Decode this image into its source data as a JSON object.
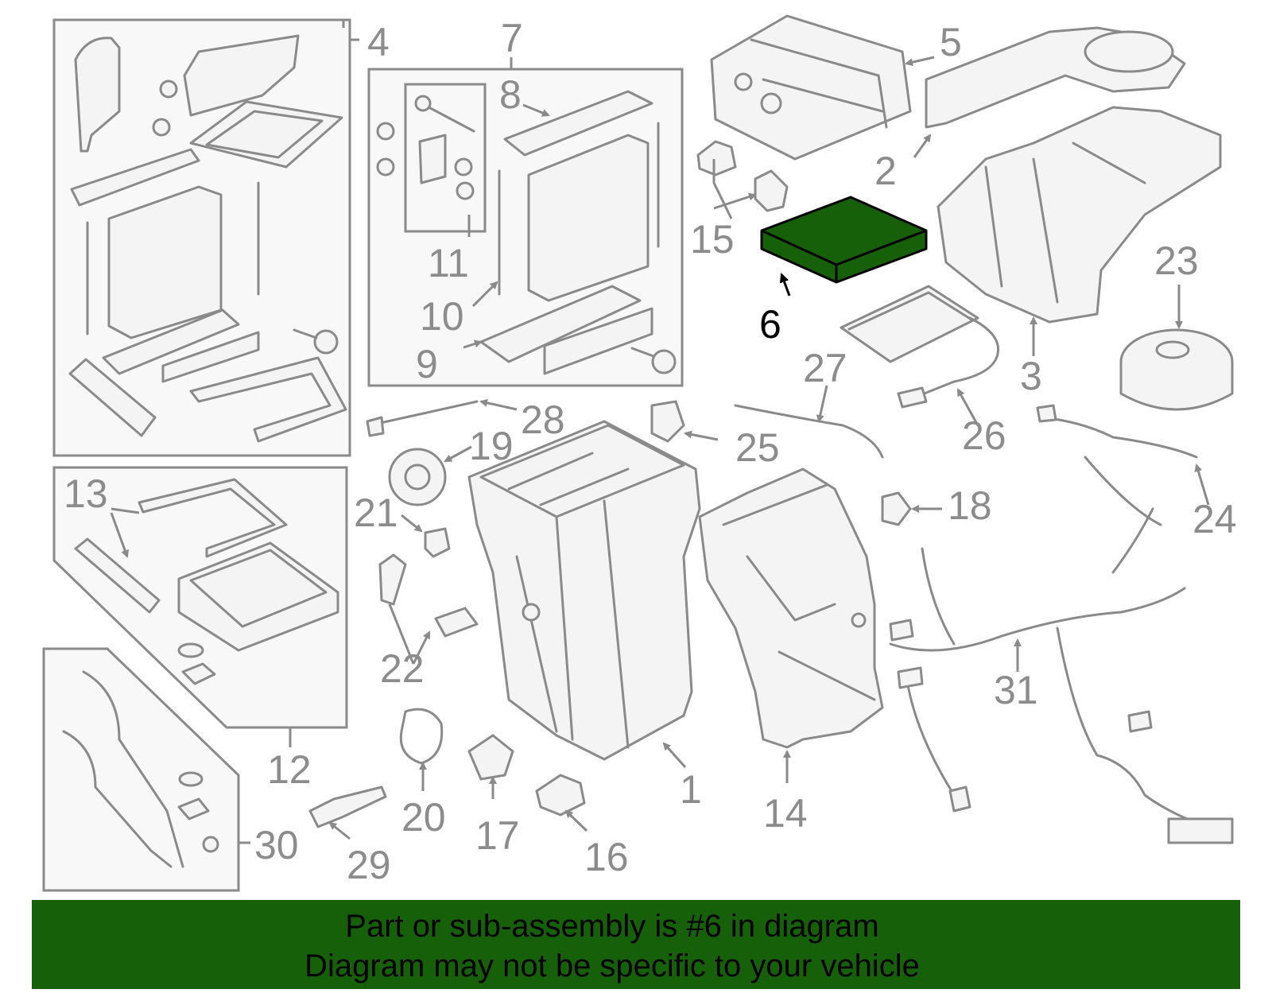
{
  "diagram": {
    "highlight_color": "#166009",
    "part_color": "#8a8a8a",
    "callouts": {
      "c1": "1",
      "c2": "2",
      "c3": "3",
      "c4": "4",
      "c5": "5",
      "c6": "6",
      "c7": "7",
      "c8": "8",
      "c9": "9",
      "c10": "10",
      "c11": "11",
      "c12": "12",
      "c13": "13",
      "c14": "14",
      "c15": "15",
      "c16": "16",
      "c17": "17",
      "c18": "18",
      "c19": "19",
      "c20": "20",
      "c21": "21",
      "c22": "22",
      "c23": "23",
      "c24": "24",
      "c25": "25",
      "c26": "26",
      "c27": "27",
      "c28": "28",
      "c29": "29",
      "c30": "30",
      "c31": "31"
    }
  },
  "caption": {
    "line1": "Part or sub-assembly is #6 in diagram",
    "line2": "Diagram may not be specific to your vehicle"
  }
}
